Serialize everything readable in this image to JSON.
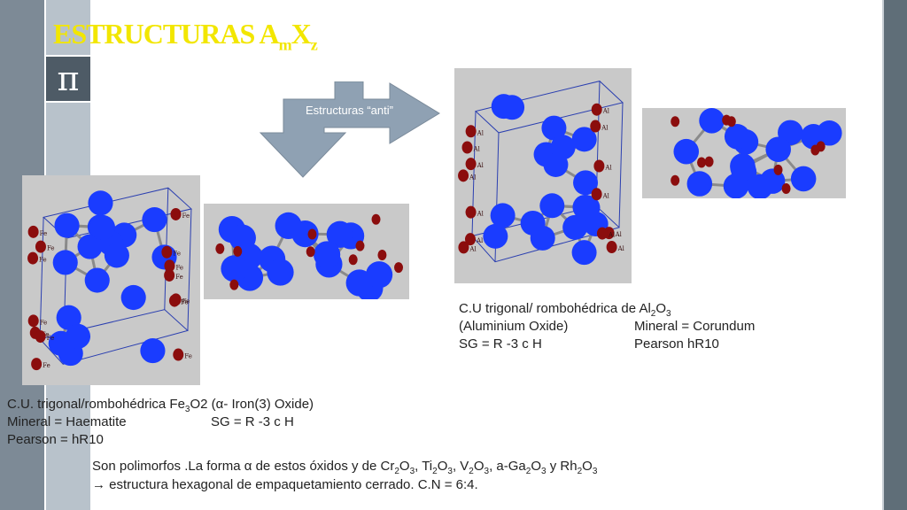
{
  "title": {
    "main": "ESTRUCTURAS A",
    "sub1": "m",
    "mid": "X",
    "sub2": "z"
  },
  "pi_symbol": "π",
  "arrow_label": "Estructuras “anti”",
  "corundum": {
    "line1_pre": "C.U trigonal/ rombohédrica de  Al",
    "line1_s1": "2",
    "line1_mid": "O",
    "line1_s2": "3",
    "line2_a": "(Aluminium Oxide)",
    "line2_b": "Mineral = Corundum",
    "line3_a": "SG = R -3 c H",
    "line3_b": "Pearson     hR10",
    "atom_label": "Al"
  },
  "haematite": {
    "line1_pre": "C.U. trigonal/rombohédrica Fe",
    "line1_s1": "3",
    "line1_post": "O2 (",
    "alpha": "α",
    "line1_end": "- Iron(3) Oxide)",
    "line2_a": "Mineral = Haematite",
    "line2_b": "SG = R -3 c H",
    "line3": "Pearson = hR10",
    "atom_label": "Fe"
  },
  "bottom": {
    "l1_a": "Son polimorfos .La forma ",
    "alpha": "α",
    "l1_b": " de estos óxidos y de Cr",
    "s2": "2",
    "s3": "3",
    "o": "O",
    "ti": ", Ti",
    "v": ", V",
    "ga": ", a-Ga",
    "rh": " y Rh",
    "arrow": "→",
    "l2": " estructura hexagonal de empaquetamiento cerrado. C.N = 6:4."
  },
  "colors": {
    "title": "#f2e600",
    "oxygen": "#1a3cff",
    "metal": "#8b0d0d",
    "arrow": "#8fa1b3"
  }
}
